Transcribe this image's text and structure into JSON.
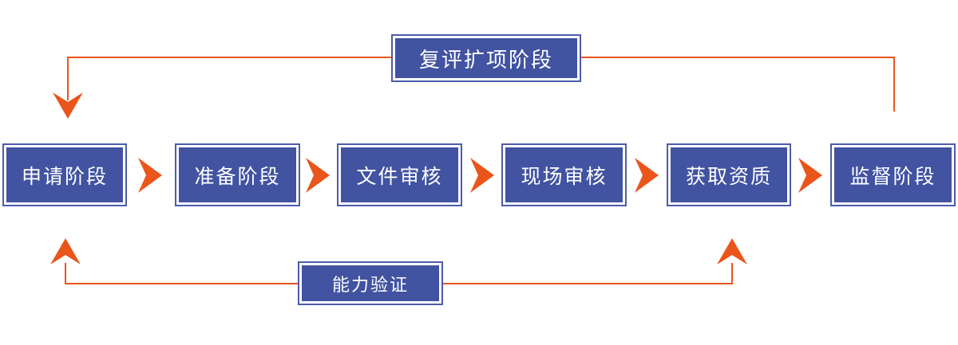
{
  "flowchart": {
    "stages": [
      {
        "label": "申请阶段"
      },
      {
        "label": "准备阶段"
      },
      {
        "label": "文件审核"
      },
      {
        "label": "现场审核"
      },
      {
        "label": "获取资质"
      },
      {
        "label": "监督阶段"
      }
    ],
    "loops": {
      "top": {
        "label": "复评扩项阶段"
      },
      "bottom": {
        "label": "能力验证"
      }
    },
    "colors": {
      "box_fill": "#4153A1",
      "box_border": "#4C5BAB",
      "arrow_orange": "#E9551B",
      "text": "#FFFFFF",
      "background": "#FFFFFF"
    }
  }
}
